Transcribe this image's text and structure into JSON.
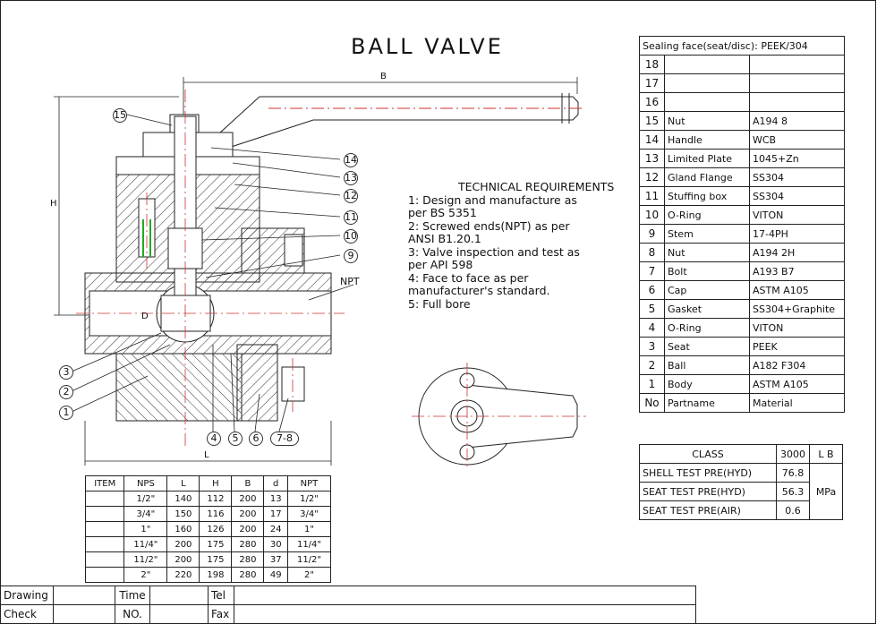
{
  "title": "BALL VALVE",
  "technical": {
    "heading": "TECHNICAL REQUIREMENTS",
    "lines": [
      "1: Design and manufacture as",
      "per BS 5351",
      "2: Screwed ends(NPT) as per",
      "ANSI B1.20.1",
      "3: Valve inspection and test as",
      "per API 598",
      "4: Face to face as per",
      "manufacturer's standard.",
      "5: Full bore"
    ]
  },
  "parts": {
    "header": "Sealing face(seat/disc): PEEK/304",
    "rows": [
      {
        "no": "18",
        "name": "",
        "material": ""
      },
      {
        "no": "17",
        "name": "",
        "material": ""
      },
      {
        "no": "16",
        "name": "",
        "material": ""
      },
      {
        "no": "15",
        "name": "Nut",
        "material": "A194 8"
      },
      {
        "no": "14",
        "name": "Handle",
        "material": "WCB"
      },
      {
        "no": "13",
        "name": "Limited Plate",
        "material": "1045+Zn"
      },
      {
        "no": "12",
        "name": "Gland Flange",
        "material": "SS304"
      },
      {
        "no": "11",
        "name": "Stuffing box",
        "material": "SS304"
      },
      {
        "no": "10",
        "name": "O-Ring",
        "material": "VITON"
      },
      {
        "no": "9",
        "name": "Stem",
        "material": "17-4PH"
      },
      {
        "no": "8",
        "name": "Nut",
        "material": "A194 2H"
      },
      {
        "no": "7",
        "name": "Bolt",
        "material": "A193 B7"
      },
      {
        "no": "6",
        "name": "Cap",
        "material": "ASTM A105"
      },
      {
        "no": "5",
        "name": "Gasket",
        "material": "SS304+Graphite"
      },
      {
        "no": "4",
        "name": "O-Ring",
        "material": "VITON"
      },
      {
        "no": "3",
        "name": "Seat",
        "material": "PEEK"
      },
      {
        "no": "2",
        "name": "Ball",
        "material": "A182 F304"
      },
      {
        "no": "1",
        "name": "Body",
        "material": "ASTM A105"
      }
    ],
    "footer": {
      "no": "No",
      "name": "Partname",
      "material": "Material"
    }
  },
  "dimensions": {
    "headers": [
      "ITEM",
      "NPS",
      "L",
      "H",
      "B",
      "d",
      "NPT"
    ],
    "rows": [
      [
        "",
        "1/2\"",
        "140",
        "112",
        "200",
        "13",
        "1/2\""
      ],
      [
        "",
        "3/4\"",
        "150",
        "116",
        "200",
        "17",
        "3/4\""
      ],
      [
        "",
        "1\"",
        "160",
        "126",
        "200",
        "24",
        "1\""
      ],
      [
        "",
        "11/4\"",
        "200",
        "175",
        "280",
        "30",
        "11/4\""
      ],
      [
        "",
        "11/2\"",
        "200",
        "175",
        "280",
        "37",
        "11/2\""
      ],
      [
        "",
        "2\"",
        "220",
        "198",
        "280",
        "49",
        "2\""
      ]
    ]
  },
  "tests": {
    "class_label": "CLASS",
    "class_value": "3000",
    "class_unit": "L B",
    "unit": "MPa",
    "rows": [
      {
        "label": "SHELL TEST PRE(HYD)",
        "value": "76.8"
      },
      {
        "label": "SEAT TEST PRE(HYD)",
        "value": "56.3"
      },
      {
        "label": "SEAT TEST PRE(AIR)",
        "value": "0.6"
      }
    ]
  },
  "title_block": {
    "drawing": "Drawing",
    "check": "Check",
    "time": "Time",
    "no": "NO.",
    "tel": "Tel",
    "fax": "Fax"
  },
  "drawing_labels": {
    "B": "B",
    "H": "H",
    "L": "L",
    "d": "D",
    "npt": "NPT",
    "callouts": [
      "15",
      "14",
      "13",
      "12",
      "11",
      "10",
      "9",
      "3",
      "2",
      "1",
      "4",
      "5",
      "6",
      "7-8"
    ]
  }
}
